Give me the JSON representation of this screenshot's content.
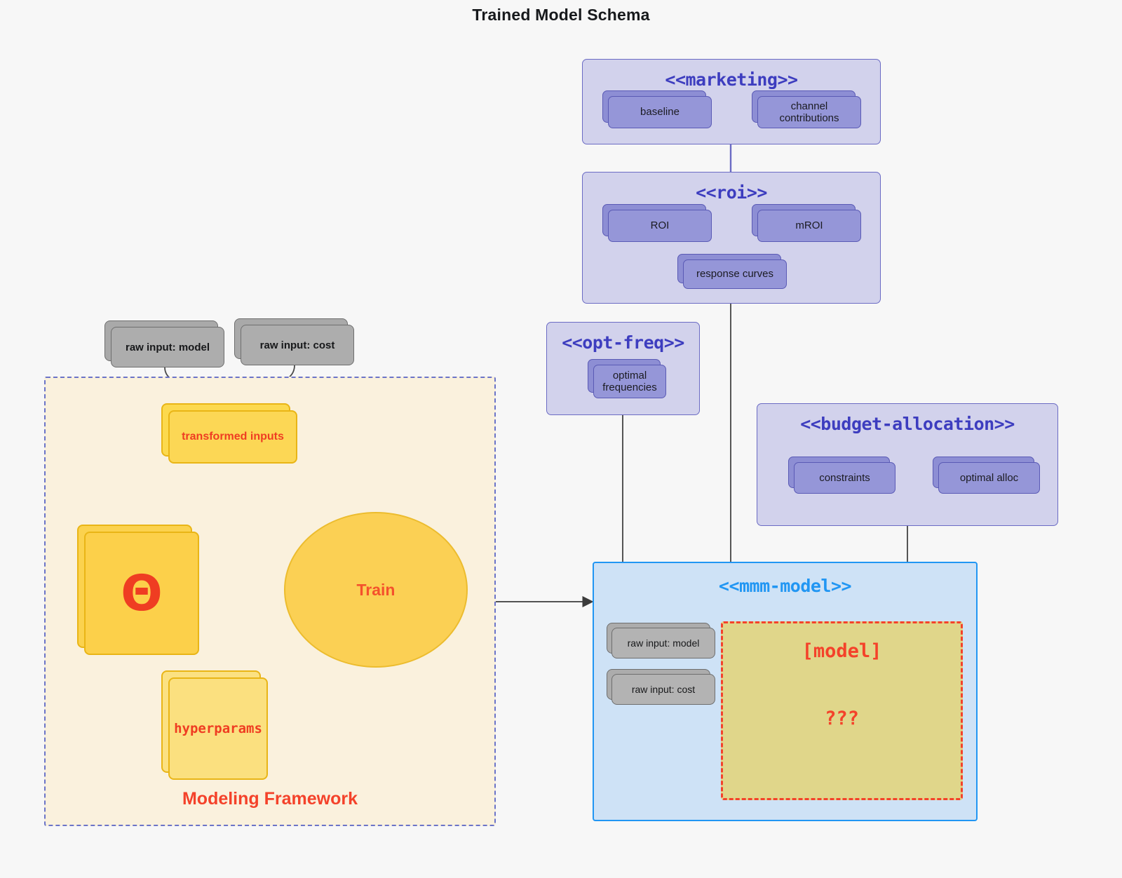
{
  "title": "Trained Model Schema",
  "packages": {
    "marketing": {
      "title": "<<marketing>>",
      "nodes": [
        {
          "label": "baseline"
        },
        {
          "label": "channel contributions"
        }
      ]
    },
    "roi": {
      "title": "<<roi>>",
      "nodes": [
        {
          "label": "ROI"
        },
        {
          "label": "mROI"
        },
        {
          "label": "response curves"
        }
      ]
    },
    "opt_freq": {
      "title": "<<opt-freq>>",
      "nodes": [
        {
          "label": "optimal frequencies"
        }
      ]
    },
    "budget_allocation": {
      "title": "<<budget-allocation>>",
      "nodes": [
        {
          "label": "constraints"
        },
        {
          "label": "optimal alloc"
        }
      ]
    },
    "mmm_model": {
      "title": "<<mmm-model>>",
      "inputs": [
        {
          "label": "raw input: model"
        },
        {
          "label": "raw input: cost"
        }
      ],
      "model_box": {
        "label": "[model]",
        "unknown": "???"
      }
    }
  },
  "framework": {
    "label": "Modeling Framework",
    "raw_inputs": [
      {
        "label": "raw input: model"
      },
      {
        "label": "raw input: cost"
      }
    ],
    "transformed_inputs": {
      "label": "transformed inputs"
    },
    "theta": {
      "glyph": "Θ"
    },
    "hyperparams": {
      "label": "hyperparams"
    },
    "train": {
      "label": "Train"
    }
  },
  "colors": {
    "page_bg": "#f7f7f7",
    "package_fill": "#d2d2ec",
    "package_border": "#6b6bc4",
    "package_title": "#3d3dbf",
    "node_fill": "#9596d8",
    "node_border": "#5a5ab5",
    "gray_fill": "#adadad",
    "gray_border": "#6e6e6e",
    "framework_fill": "#faf1dd",
    "framework_border": "#6b74c8",
    "yellow_fill": "#fcd755",
    "yellow_border": "#e9b516",
    "accent_red": "#f4422a",
    "mmm_fill": "#cee2f6",
    "mmm_border": "#2196f3",
    "model_fill": "#e0d68a"
  }
}
